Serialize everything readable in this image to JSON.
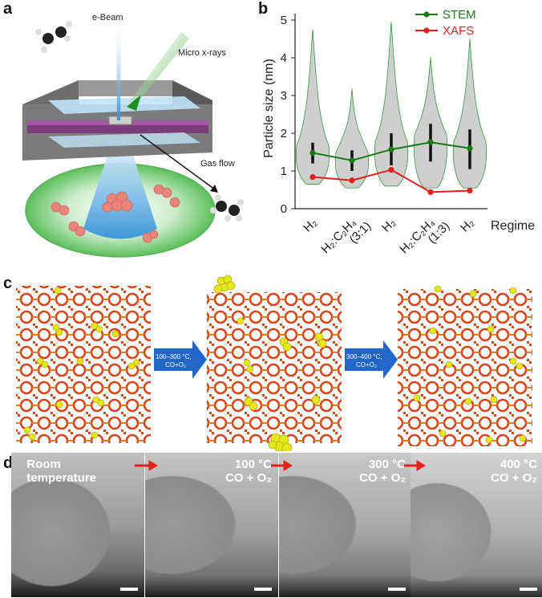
{
  "panels": {
    "a": {
      "label": "a",
      "ebeam": "e-Beam",
      "xray": "Micro x-rays",
      "gas": "Gas flow"
    },
    "b": {
      "label": "b"
    },
    "c": {
      "label": "c",
      "arrow1_line1": "100–300 °C,",
      "arrow1_line2": "CO+O₂",
      "arrow2_line1": "300–400 °C,",
      "arrow2_line2": "CO+O₂"
    },
    "d": {
      "label": "d",
      "frames": [
        {
          "l1": "Room",
          "l2": "temperature"
        },
        {
          "l1": "100 °C",
          "l2": "CO + O₂"
        },
        {
          "l1": "300 °C",
          "l2": "CO + O₂"
        },
        {
          "l1": "400 °C",
          "l2": "CO + O₂"
        }
      ]
    }
  },
  "chart_data": {
    "type": "line",
    "ylabel": "Particle size (nm)",
    "xlabel": "Regime",
    "ylim": [
      0,
      5
    ],
    "yticks": [
      "0",
      "1",
      "2",
      "3",
      "4",
      "5"
    ],
    "categories": [
      "H₂",
      "H₂:C₂H₄ (3:1)",
      "H₂",
      "H₂:C₂H₄ (1:3)",
      "H₂"
    ],
    "category_lines": [
      [
        "H₂"
      ],
      [
        "H₂:C₂H₄",
        "(3:1)"
      ],
      [
        "H₂"
      ],
      [
        "H₂:C₂H₄",
        "(1:3)"
      ],
      [
        "H₂"
      ]
    ],
    "series": [
      {
        "name": "STEM",
        "color": "#1a7a1a",
        "values": [
          1.48,
          1.28,
          1.57,
          1.76,
          1.6
        ]
      },
      {
        "name": "XAFS",
        "color": "#e02020",
        "values": [
          0.84,
          0.75,
          1.03,
          0.44,
          0.48
        ]
      }
    ],
    "violins": [
      {
        "min": 0.65,
        "max": 4.75,
        "q1": 1.2,
        "q3": 1.75
      },
      {
        "min": 0.55,
        "max": 3.18,
        "q1": 1.0,
        "q3": 1.55
      },
      {
        "min": 0.6,
        "max": 4.95,
        "q1": 1.15,
        "q3": 2.0
      },
      {
        "min": 0.55,
        "max": 4.02,
        "q1": 1.25,
        "q3": 2.25
      },
      {
        "min": 0.55,
        "max": 4.5,
        "q1": 1.05,
        "q3": 2.1
      }
    ],
    "legend_position": "top-right",
    "colors": {
      "violin_fill": "#cfcfcf",
      "violin_edge": "#3a9a3a"
    }
  }
}
